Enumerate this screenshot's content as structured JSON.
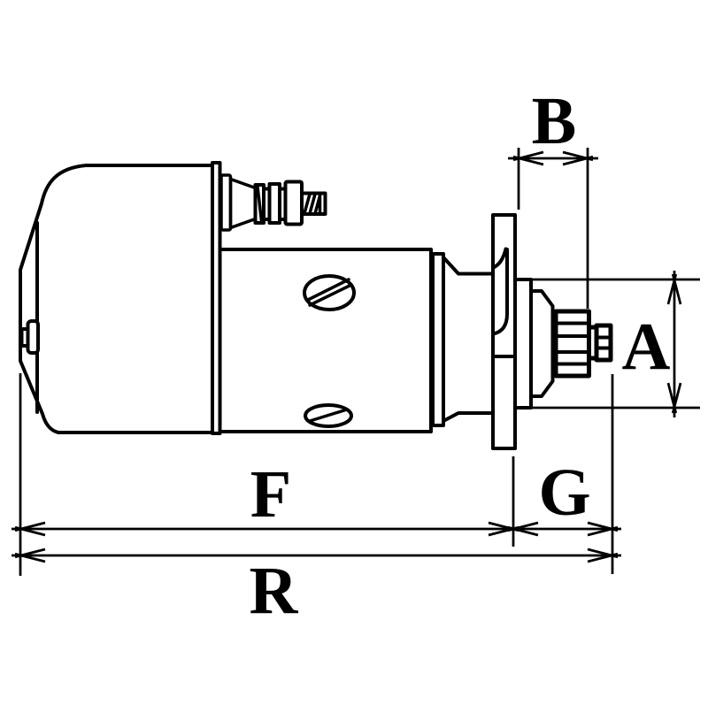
{
  "diagram": {
    "subject": "starter-motor-side-view-technical-drawing",
    "background_color": "#ffffff",
    "line_color": "#000000",
    "labels": {
      "b": "B",
      "a": "A",
      "f": "F",
      "g": "G",
      "r": "R"
    }
  }
}
